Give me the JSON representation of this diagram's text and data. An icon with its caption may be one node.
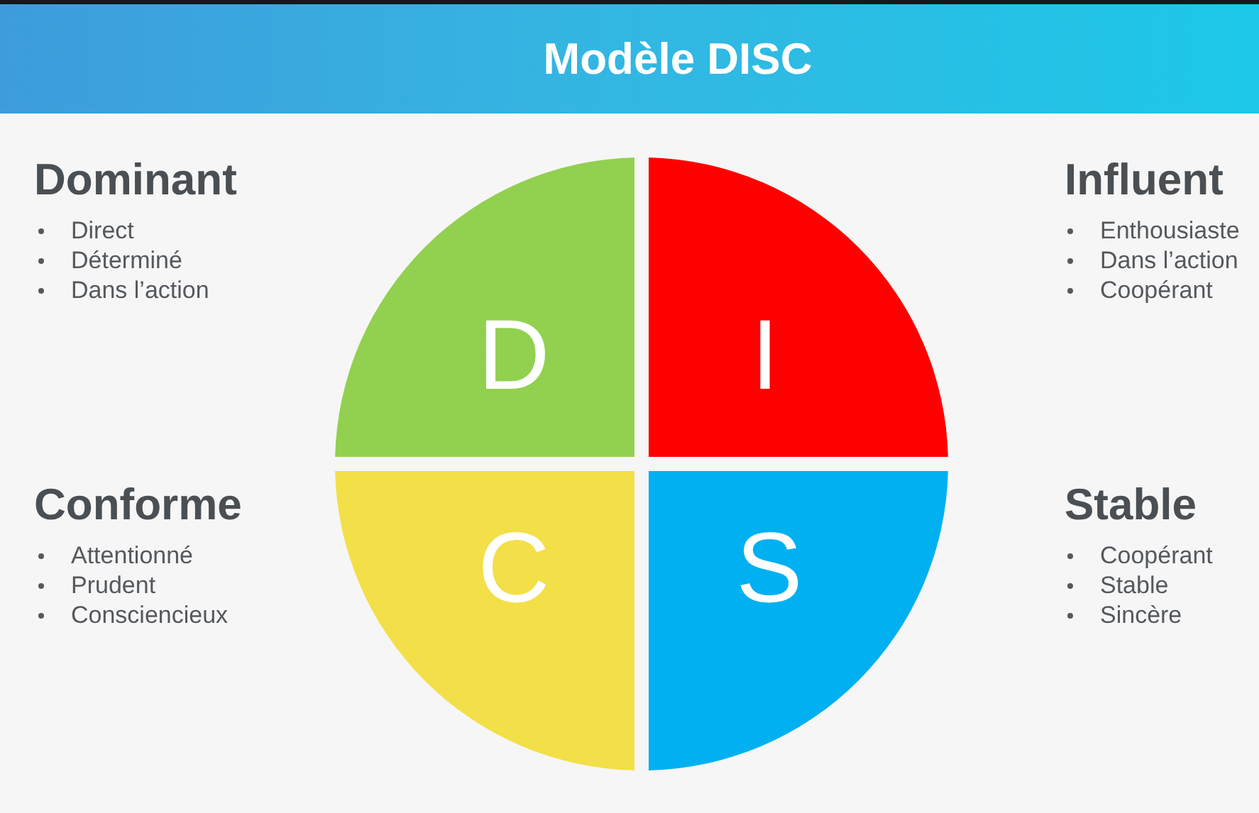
{
  "diagram": {
    "title": "Modèle DISC",
    "nodes": [
      {
        "text": [
          "D"
        ],
        "beside": [
          "Dominant",
          "Direct",
          "Déterminé",
          "Dans l’action"
        ]
      },
      {
        "text": [
          "I"
        ],
        "beside": [
          "Influent",
          "Enthousiaste",
          "Dans l’action",
          "Coopérant"
        ]
      },
      {
        "text": [
          "C"
        ],
        "beside": [
          "Conforme",
          "Attentionné",
          "Prudent",
          "Consciencieux"
        ]
      },
      {
        "text": [
          "S"
        ],
        "beside": [
          "Stable",
          "Coopérant",
          "Stable",
          "Sincère"
        ]
      }
    ]
  }
}
